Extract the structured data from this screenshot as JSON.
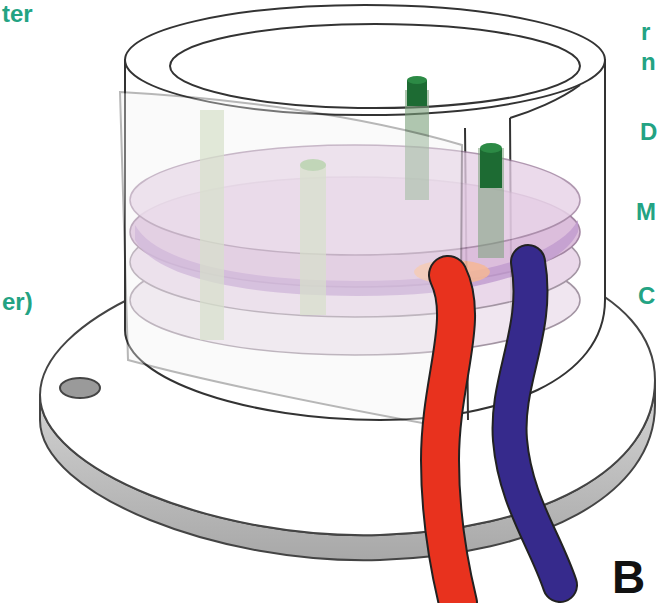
{
  "diagram": {
    "labels": [
      "ter",
      "r",
      "n",
      "D",
      "M",
      "er)",
      "C",
      "B"
    ]
  }
}
